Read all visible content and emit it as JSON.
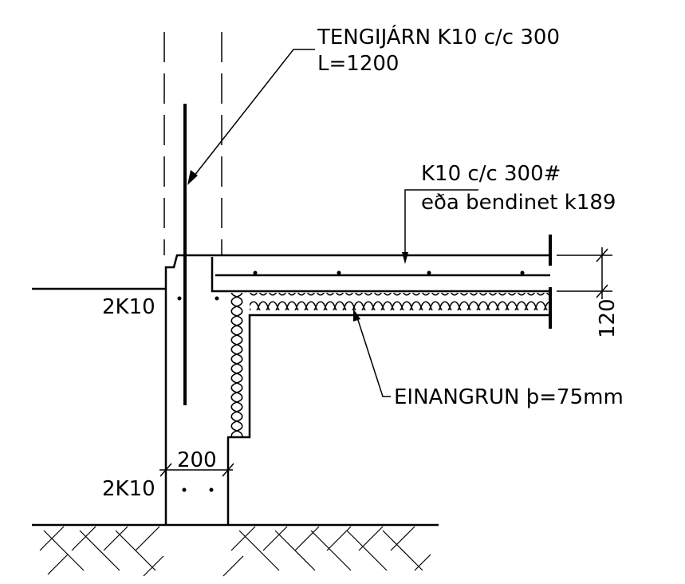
{
  "labels": {
    "tie_bars": "TENGIJÁRN K10 c/c 300",
    "tie_bar_length": "L=1200",
    "slab_rebar": "K10 c/c 300#",
    "slab_rebar_alt": "eða bendinet k189",
    "rebar_upper": "2K10",
    "rebar_lower": "2K10",
    "wall_width": "200",
    "slab_thickness": "120",
    "insulation": "EINANGRUN þ=75mm"
  },
  "colors": {
    "ink": "#000000",
    "paper": "#ffffff"
  }
}
